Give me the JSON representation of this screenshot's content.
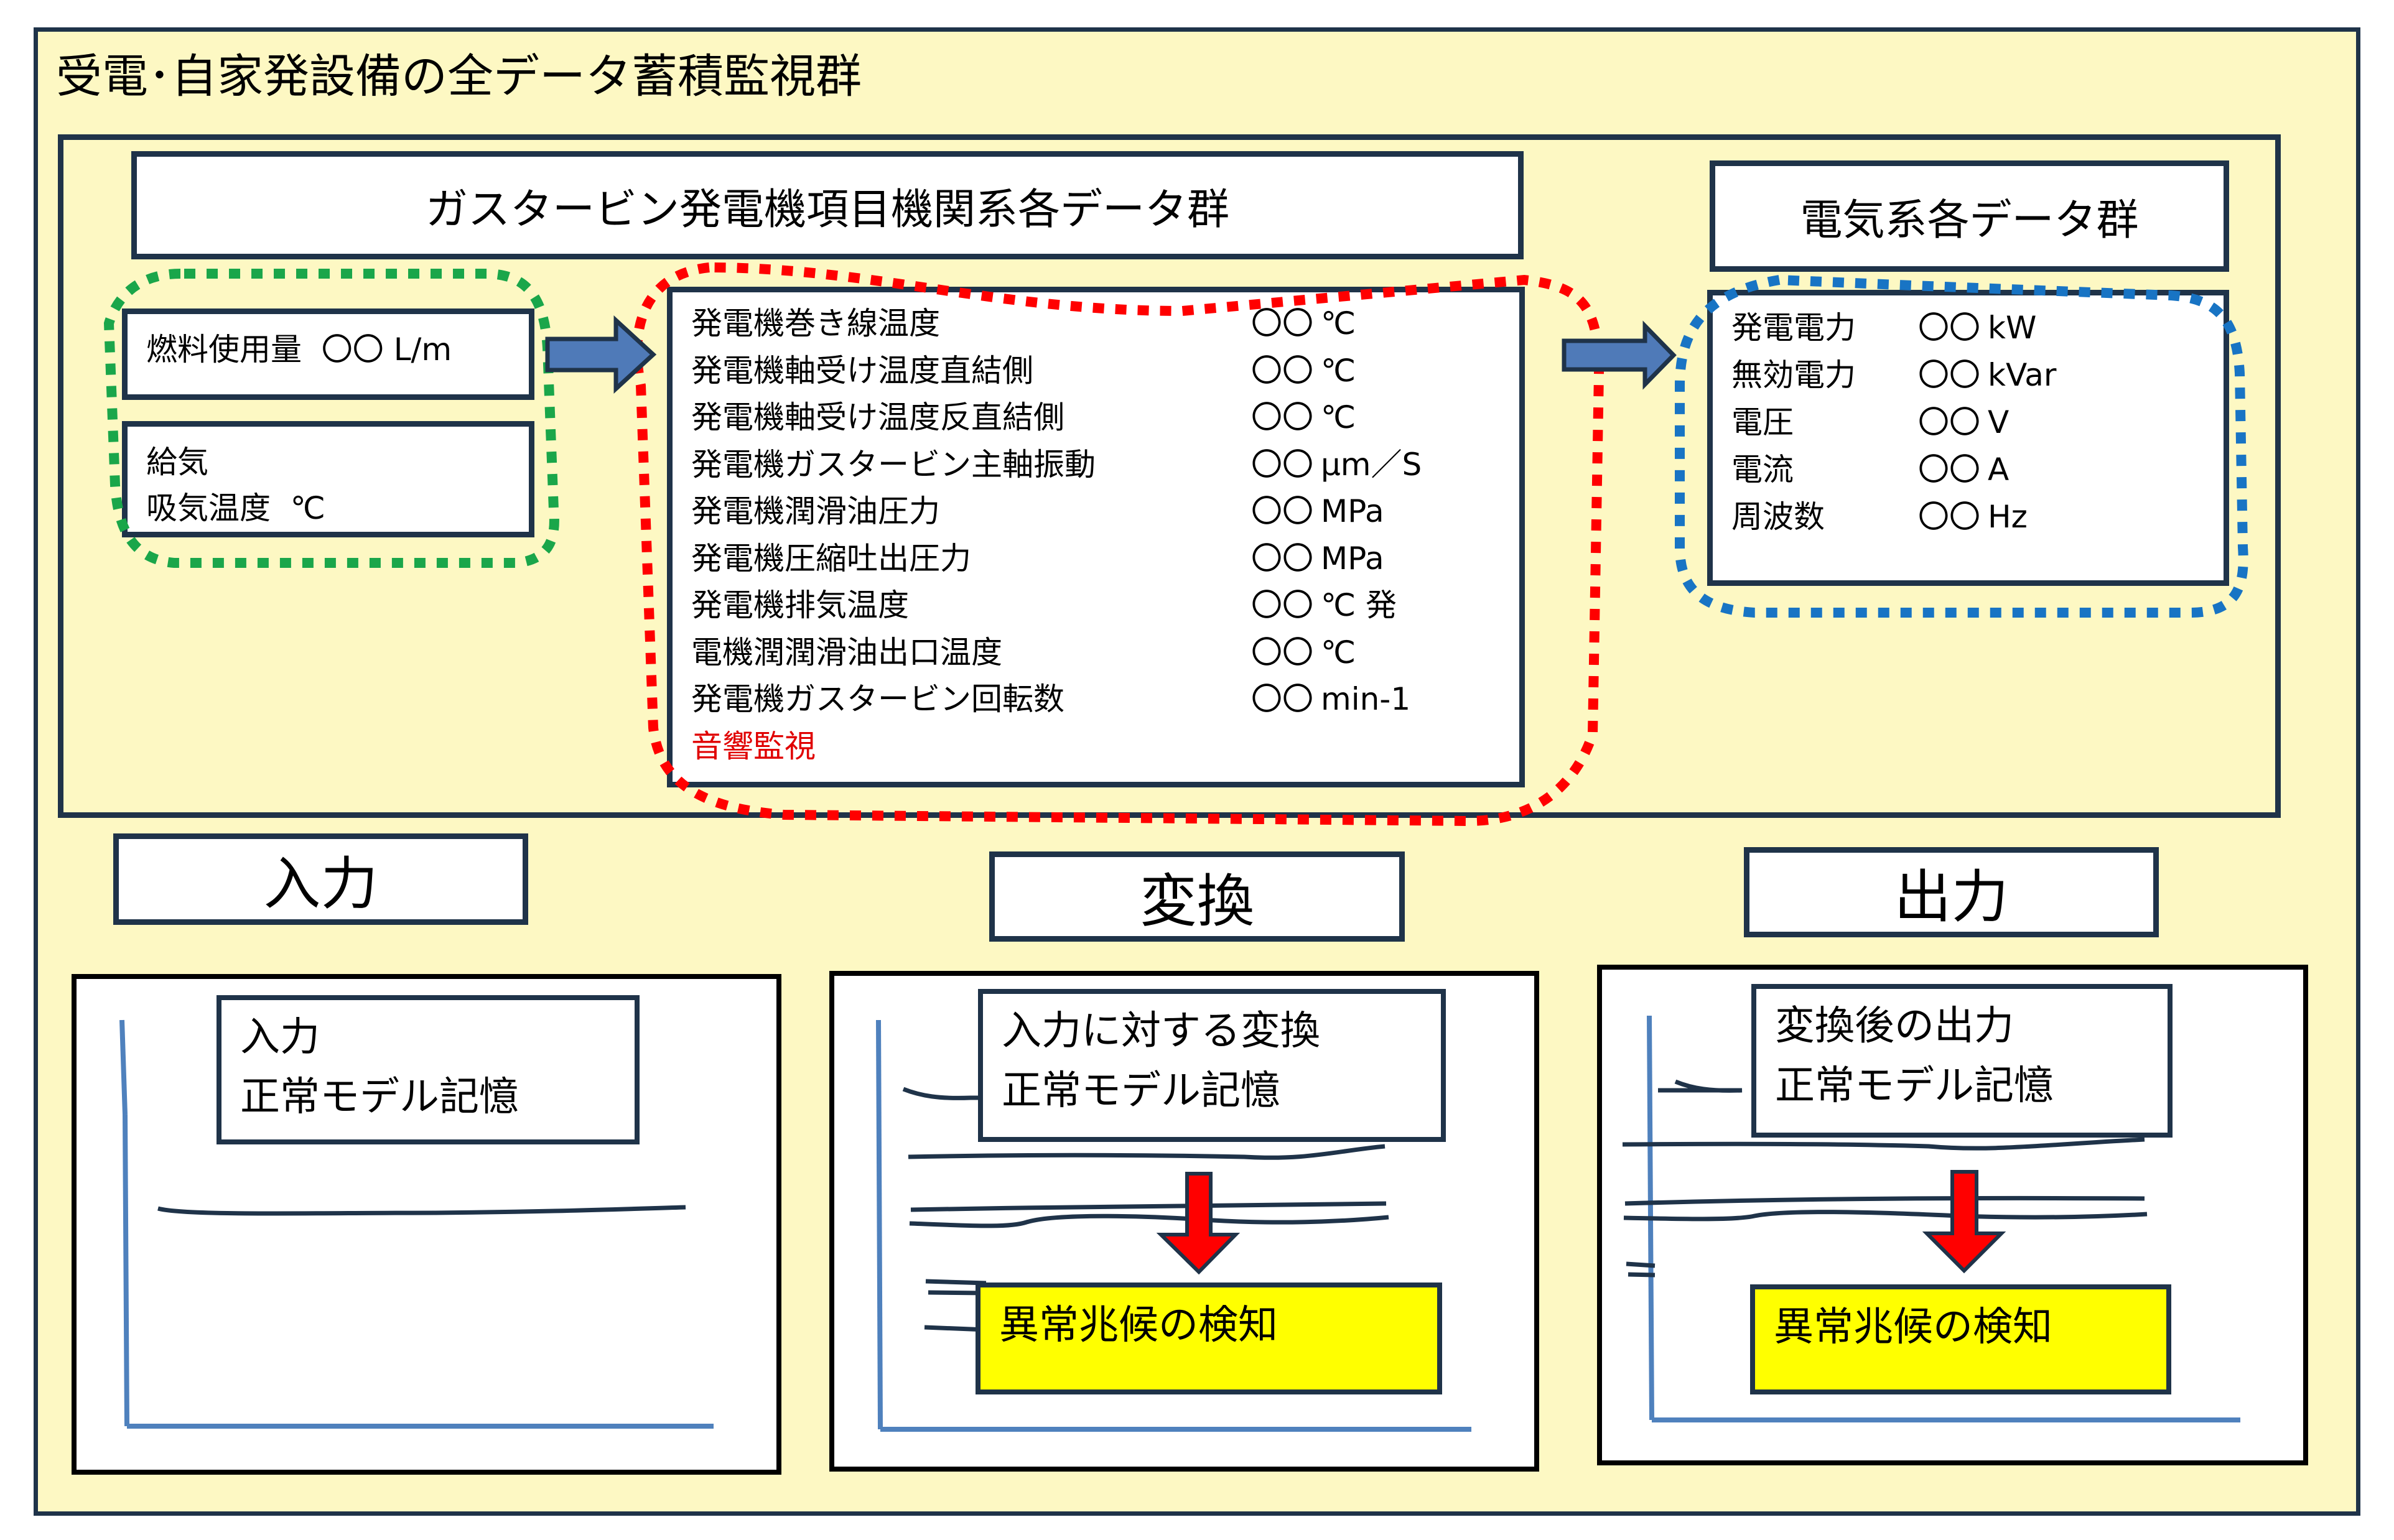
{
  "title": "受電･自家発設備の全データ蓄積監視群",
  "gas_turbine_group": {
    "header": "ガスタービン発電機項目機関系各データ群",
    "fuel_box": {
      "label": "燃料使用量",
      "value": "〇〇",
      "unit": "L/m"
    },
    "air_box": {
      "line1": "給気",
      "line2_label": "吸気温度",
      "line2_unit": "℃"
    },
    "items": [
      {
        "label": "発電機巻き線温度",
        "value": "〇〇",
        "unit": "℃"
      },
      {
        "label": "発電機軸受け温度直結側",
        "value": "〇〇",
        "unit": "℃"
      },
      {
        "label": "発電機軸受け温度反直結側",
        "value": "〇〇",
        "unit": "℃"
      },
      {
        "label": "発電機ガスタービン主軸振動",
        "value": "〇〇",
        "unit": "μm／S"
      },
      {
        "label": "発電機潤滑油圧力",
        "value": "〇〇",
        "unit": "MPa"
      },
      {
        "label": "発電機圧縮吐出圧力",
        "value": "〇〇",
        "unit": "MPa"
      },
      {
        "label": "発電機排気温度",
        "value": "〇〇",
        "unit": "℃ 発"
      },
      {
        "label": "電機潤潤滑油出口温度",
        "value": "〇〇",
        "unit": "℃"
      },
      {
        "label": "発電機ガスタービン回転数",
        "value": "〇〇",
        "unit": "min-1"
      }
    ],
    "acoustic_monitoring": "音響監視"
  },
  "electrical_group": {
    "header": "電気系各データ群",
    "items": [
      {
        "label": "発電電力",
        "value": "〇〇",
        "unit": "kW"
      },
      {
        "label": "無効電力",
        "value": "〇〇",
        "unit": "kVar"
      },
      {
        "label": "電圧",
        "value": "〇〇",
        "unit": "V"
      },
      {
        "label": "電流",
        "value": "〇〇",
        "unit": "A"
      },
      {
        "label": "周波数",
        "value": "〇〇",
        "unit": "Hz"
      }
    ]
  },
  "stages": [
    {
      "header": "入力",
      "note_line1": "入力",
      "note_line2": "正常モデル記憶"
    },
    {
      "header": "変換",
      "note_line1": "入力に対する変換",
      "note_line2": "正常モデル記憶",
      "alert": "異常兆候の検知"
    },
    {
      "header": "出力",
      "note_line1": "変換後の出力",
      "note_line2": "正常モデル記憶",
      "alert": "異常兆候の検知"
    }
  ],
  "colors": {
    "background": "#fdf8c3",
    "frame": "#1f3349",
    "group_green": "#1aa64a",
    "group_red": "#ff0000",
    "group_blue": "#1874c4",
    "flow_arrow": "#4f7ab8",
    "alert_arrow": "#ff0000",
    "alert_fill": "#ffff00",
    "axis": "#4f81bd"
  }
}
